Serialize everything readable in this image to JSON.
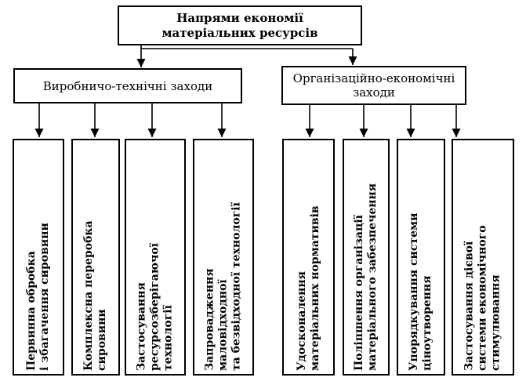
{
  "title": {
    "line1": "Напрями економії",
    "line2": "матеріальних ресурсів"
  },
  "groups": {
    "left": {
      "label": "Виробничо-технічні заходи"
    },
    "right": {
      "line1": "Організаційно-економічні",
      "line2": "заходи"
    }
  },
  "measures": [
    {
      "line1": "Первинна обробка",
      "line2": "і збагачення сировини",
      "line3": ""
    },
    {
      "line1": "Комплексна переробка",
      "line2": "сировини",
      "line3": ""
    },
    {
      "line1": "Застосування",
      "line2": "ресурсозберігаючої",
      "line3": "технології"
    },
    {
      "line1": "Запровадження",
      "line2": "маловідходної",
      "line3": "та безвідходної технології"
    },
    {
      "line1": "Удосконалення",
      "line2": "матеріальних нормативів",
      "line3": ""
    },
    {
      "line1": "Поліпшення організації",
      "line2": "матеріального забезпечення",
      "line3": ""
    },
    {
      "line1": "Упорядкування системи",
      "line2": "ціноутворення",
      "line3": ""
    },
    {
      "line1": "Застосування дієвої",
      "line2": "системи економічного",
      "line3": "стимулювання"
    }
  ]
}
